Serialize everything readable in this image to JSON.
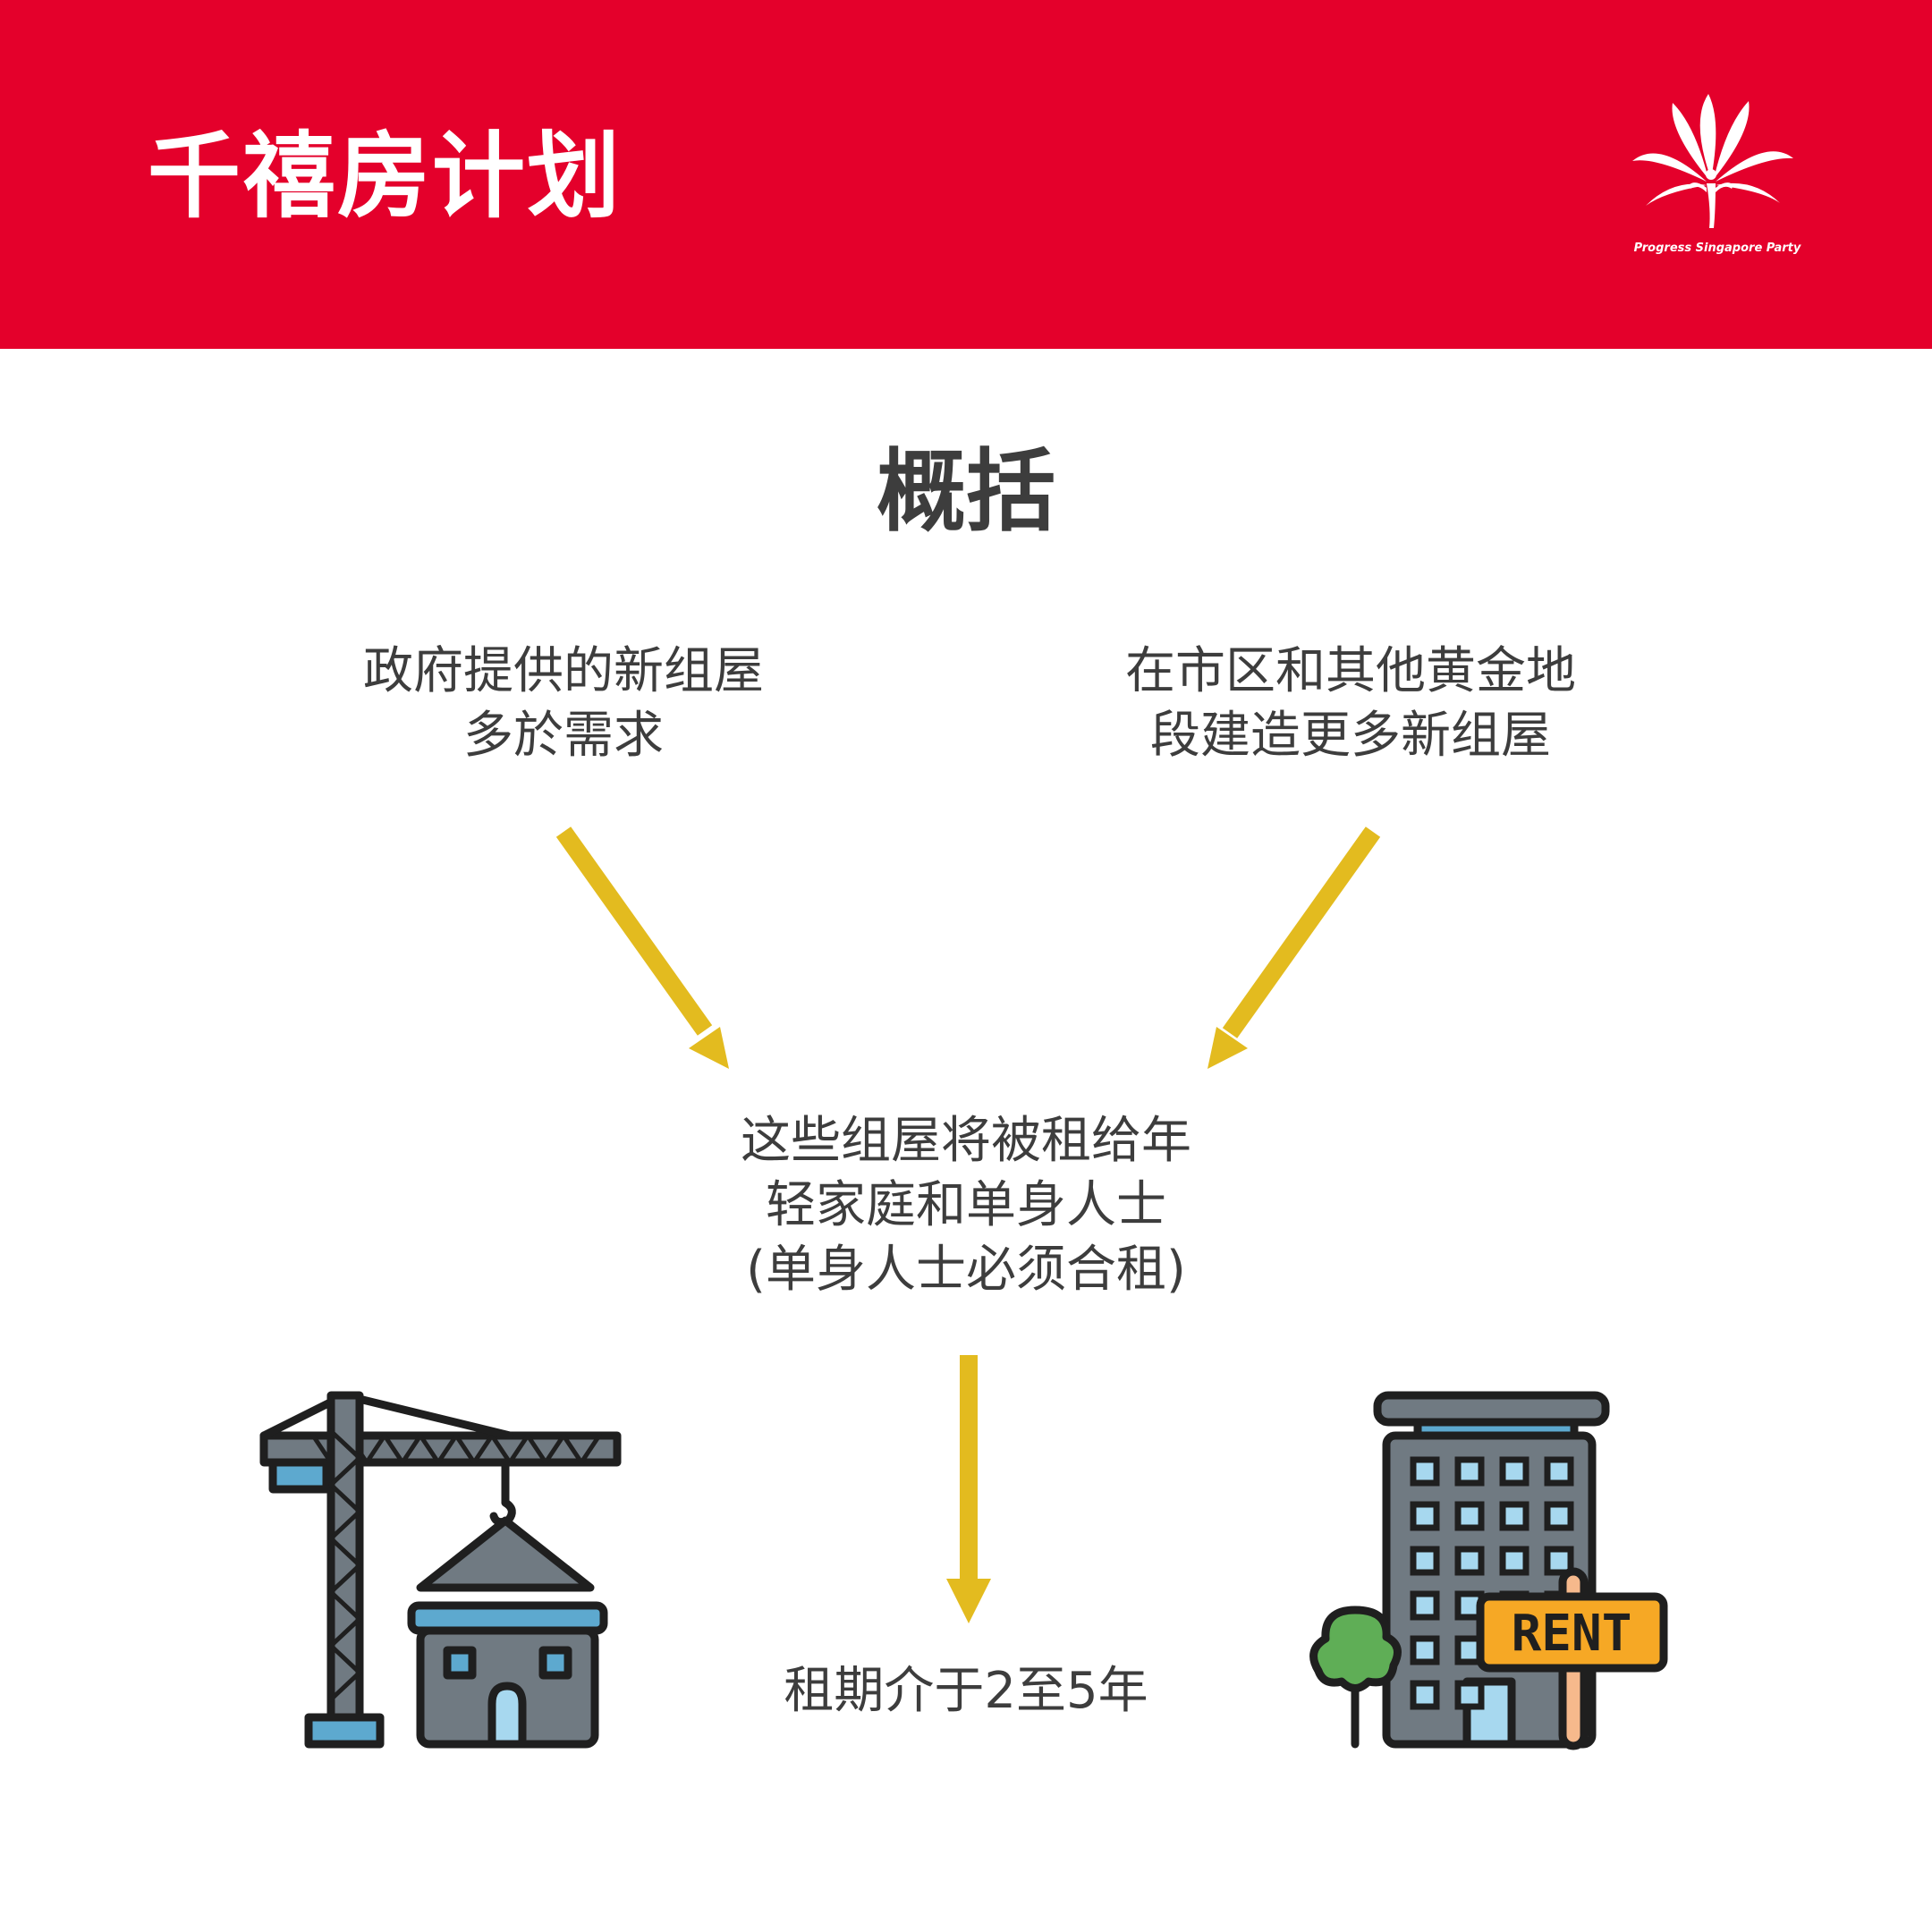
{
  "header": {
    "title": "千禧房计划",
    "logo_text": "Progress Singapore Party",
    "background": "#e4002b"
  },
  "section_title": "概括",
  "left_text": {
    "lines": [
      "政府提供的新组屋",
      "多於需求"
    ]
  },
  "right_text": {
    "lines": [
      "在市区和其他黄金地",
      "段建造更多新组屋"
    ]
  },
  "center_text": {
    "lines": [
      "这些组屋将被租给年",
      "轻家庭和单身人士",
      "(单身人士必须合租)"
    ]
  },
  "bottom_text": "租期介于2至5年",
  "icons": {
    "left": "crane-house-icon",
    "right": "rent-building-icon"
  },
  "rent_sign_label": "RENT",
  "colors": {
    "arrow": "#e3bb1f",
    "text": "#3d3d3d",
    "header": "#e4002b"
  }
}
